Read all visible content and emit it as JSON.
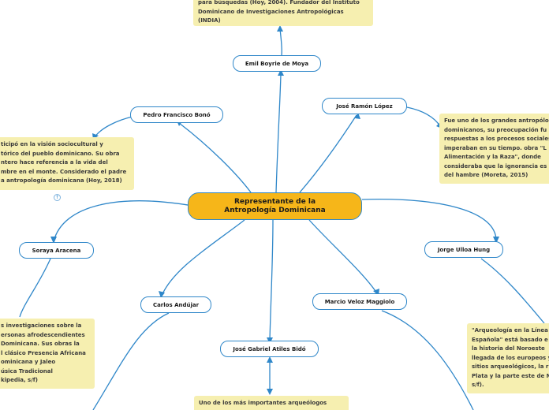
{
  "central": {
    "label": "Representante de la Antropología Dominicana"
  },
  "nodes": {
    "emil": "Emil Boyrie de Moya",
    "pedro": "Pedro Francisco Bonó",
    "jose_ramon": "José Ramón López",
    "soraya": "Soraya Aracena",
    "jorge": "Jorge Ulloa Hung",
    "carlos": "Carlos Andújar",
    "marcio": "Marcio Veloz Maggiolo",
    "jose_gabriel": "José Gabriel Atiles Bidó"
  },
  "notes": {
    "emil": [
      "para búsquedas (Hoy, 2004). Fundador del Instituto",
      "Dominicano de Investigaciones Antropológicas",
      "(INDIA)"
    ],
    "pedro": [
      "ticipó en la visión sociocultural y",
      "tórico del pueblo dominicano. Su obra",
      "ntero hace referencia a la vida del",
      "mbre en el monte. Considerado el padre",
      "a antropología dominicana (Hoy, 2018)"
    ],
    "jose_ramon": [
      "Fue uno de los grandes antropólo",
      "dominicanos, su preocupación fu",
      "respuestas a los procesos sociales",
      "imperaban en su tiempo. obra \"L",
      "Alimentación y la Raza\", donde",
      "consideraba que la ignorancia es",
      "del hambre (Moreta, 2015)"
    ],
    "soraya": [
      "s investigaciones sobre la",
      "ersonas afrodescendientes",
      "Dominicana. Sus obras la",
      "l clásico Presencia Africana",
      "ominicana y Jaleo",
      "úsica Tradicional",
      "kipedia, s/f)"
    ],
    "jorge": [
      "\"Arqueología en la Línea",
      "Española\" está basado e",
      "la historia del Noroeste",
      "llegada de los europeos y",
      "sitios arqueológicos, la r",
      "Plata y la parte este de M",
      "s/f)."
    ],
    "jose_gabriel": [
      "Uno de los más importantes arqueólogos"
    ]
  },
  "toggle_symbol": "↑",
  "colors": {
    "line": "#2f87c9",
    "central_fill": "#f6b619",
    "note_fill": "#f6efb0"
  }
}
